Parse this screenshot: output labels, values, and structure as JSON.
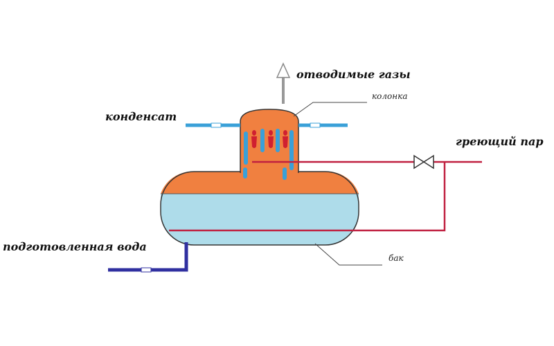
{
  "labels": {
    "exhaust_gases": "отводимые газы",
    "column": "колонка",
    "condensate": "конденсат",
    "heating_steam": "греющий пар",
    "treated_water": "подготовленная вода",
    "tank": "бак"
  },
  "colors": {
    "steam_zone": "#f08040",
    "water_zone": "#aedcea",
    "heating_pipe": "#c02040",
    "condensate_pipe": "#3aa0d8",
    "treated_water_pipe": "#3030a0",
    "outline": "#333333"
  },
  "icons": {
    "exhaust": "arrow-up-icon",
    "valve": "valve-icon"
  }
}
